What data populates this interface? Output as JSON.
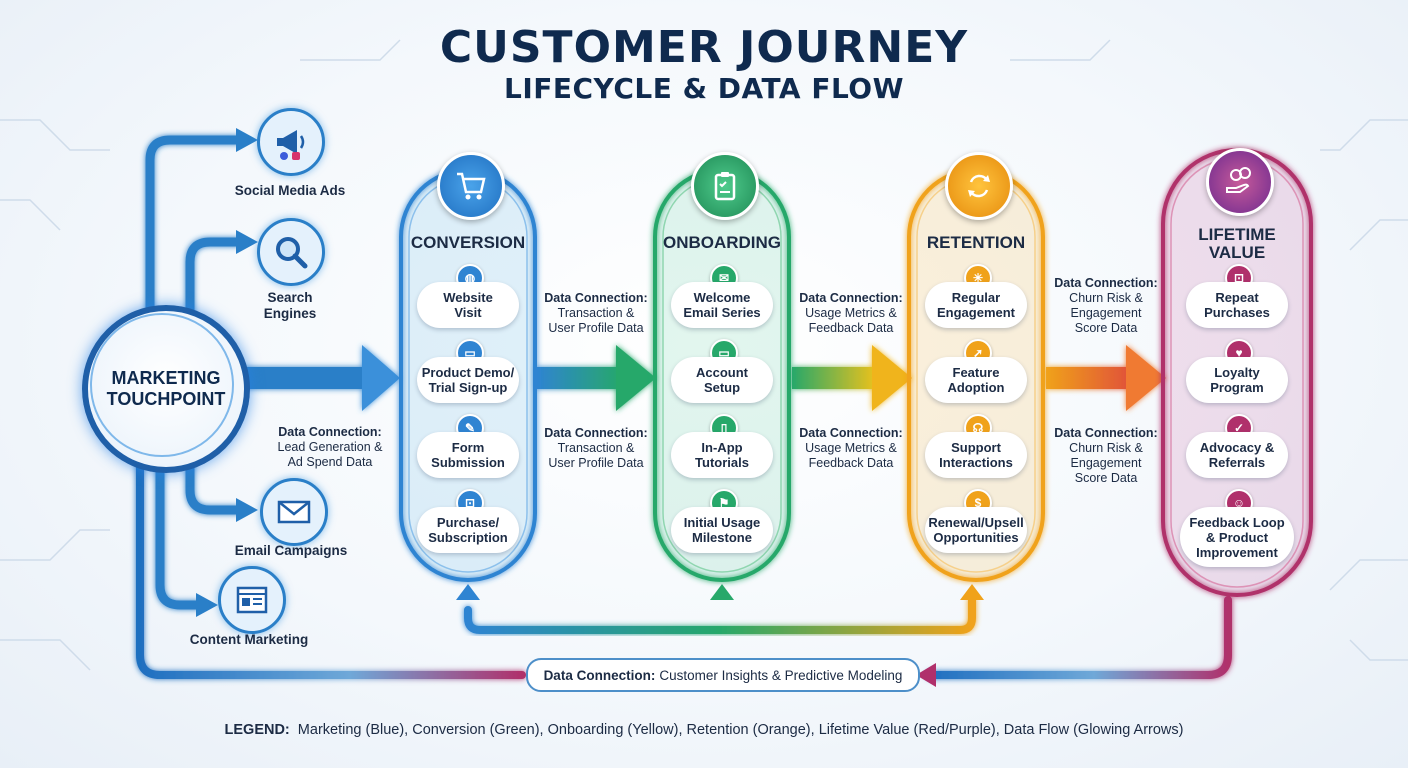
{
  "title": "CUSTOMER JOURNEY",
  "subtitle": "LIFECYCLE & DATA FLOW",
  "hub": {
    "label_line1": "MARKETING",
    "label_line2": "TOUCHPOINT"
  },
  "channels": [
    {
      "label": "Social Media Ads",
      "icon": "megaphone-icon"
    },
    {
      "label": "Search Engines",
      "icon": "magnifier-icon"
    },
    {
      "label": "Email Campaigns",
      "icon": "envelope-icon"
    },
    {
      "label": "Content Marketing",
      "icon": "webpage-icon"
    }
  ],
  "lead_connection": {
    "prefix": "Data Connection:",
    "line1": "Lead Generation &",
    "line2": "Ad Spend Data"
  },
  "stages": [
    {
      "title_line1": "CONVERSION",
      "title_line2": "",
      "icon": "shopping-cart-icon",
      "color": "#2f84d2",
      "steps": [
        {
          "line1": "Website",
          "line2": "Visit",
          "icon": "globe-icon"
        },
        {
          "line1": "Product Demo/",
          "line2": "Trial Sign-up",
          "icon": "monitor-icon"
        },
        {
          "line1": "Form",
          "line2": "Submission",
          "icon": "form-icon"
        },
        {
          "line1": "Purchase/",
          "line2": "Subscription",
          "icon": "cart-icon"
        }
      ]
    },
    {
      "title_line1": "ONBOARDING",
      "title_line2": "",
      "icon": "clipboard-icon",
      "color": "#27a86a",
      "steps": [
        {
          "line1": "Welcome",
          "line2": "Email Series",
          "icon": "email-icon"
        },
        {
          "line1": "Account",
          "line2": "Setup",
          "icon": "screen-icon"
        },
        {
          "line1": "In-App",
          "line2": "Tutorials",
          "icon": "tablet-icon"
        },
        {
          "line1": "Initial Usage",
          "line2": "Milestone",
          "icon": "milestone-icon"
        }
      ]
    },
    {
      "title_line1": "RETENTION",
      "title_line2": "",
      "icon": "cycle-arrows-icon",
      "color": "#f0a21a",
      "steps": [
        {
          "line1": "Regular",
          "line2": "Engagement",
          "icon": "sparkle-icon"
        },
        {
          "line1": "Feature",
          "line2": "Adoption",
          "icon": "rocket-icon"
        },
        {
          "line1": "Support",
          "line2": "Interactions",
          "icon": "headset-icon"
        },
        {
          "line1": "Renewal/Upsell",
          "line2": "Opportunities",
          "icon": "dollar-icon"
        }
      ]
    },
    {
      "title_line1": "LIFETIME",
      "title_line2": "VALUE",
      "icon": "hand-coins-icon",
      "color": "#b0306b",
      "steps": [
        {
          "line1": "Repeat",
          "line2": "Purchases",
          "line3": "",
          "icon": "cart-icon"
        },
        {
          "line1": "Loyalty",
          "line2": "Program",
          "line3": "",
          "icon": "heart-icon"
        },
        {
          "line1": "Advocacy &",
          "line2": "Referrals",
          "line3": "",
          "icon": "thumbs-up-icon"
        },
        {
          "line1": "Feedback Loop",
          "line2": "& Product",
          "line3": "Improvement",
          "icon": "smiley-icon"
        }
      ]
    }
  ],
  "connections": [
    {
      "prefix": "Data Connection:",
      "line1": "Transaction &",
      "line2": "User Profile Data",
      "line3": ""
    },
    {
      "prefix": "Data Connection:",
      "line1": "Transaction &",
      "line2": "User Profile Data",
      "line3": ""
    },
    {
      "prefix": "Data Connection:",
      "line1": "Usage Metrics &",
      "line2": "Feedback Data",
      "line3": ""
    },
    {
      "prefix": "Data Connection:",
      "line1": "Usage Metrics &",
      "line2": "Feedback Data",
      "line3": ""
    },
    {
      "prefix": "Data Connection:",
      "line1": "Churn Risk &",
      "line2": "Engagement",
      "line3": "Score Data"
    },
    {
      "prefix": "Data Connection:",
      "line1": "Churn Risk &",
      "line2": "Engagement",
      "line3": "Score Data"
    }
  ],
  "bottom_connection": {
    "prefix": "Data Connection:",
    "text": "Customer Insights & Predictive Modeling"
  },
  "legend": {
    "label": "LEGEND:",
    "text": "Marketing (Blue), Conversion (Green), Onboarding (Yellow), Retention (Orange), Lifetime Value (Red/Purple), Data Flow (Glowing Arrows)"
  },
  "colors": {
    "marketing": "#1f6fc0",
    "conversion": "#2f84d2",
    "onboarding": "#27a86a",
    "retention": "#f0a21a",
    "lifetime_value": "#b0306b",
    "title": "#0f2a4e"
  }
}
